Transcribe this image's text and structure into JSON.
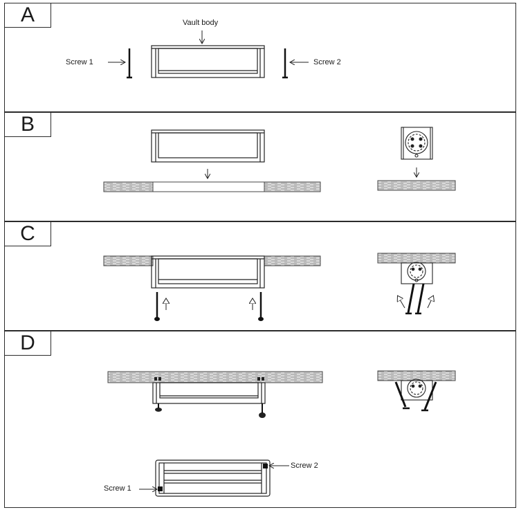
{
  "panels": [
    {
      "letter": "A"
    },
    {
      "letter": "B"
    },
    {
      "letter": "C"
    },
    {
      "letter": "D"
    }
  ],
  "labels": {
    "vault_body": "Vault body",
    "screw1": "Screw 1",
    "screw2": "Screw 2",
    "screw1_bottom": "Screw 1",
    "screw2_bottom": "Screw 2"
  }
}
